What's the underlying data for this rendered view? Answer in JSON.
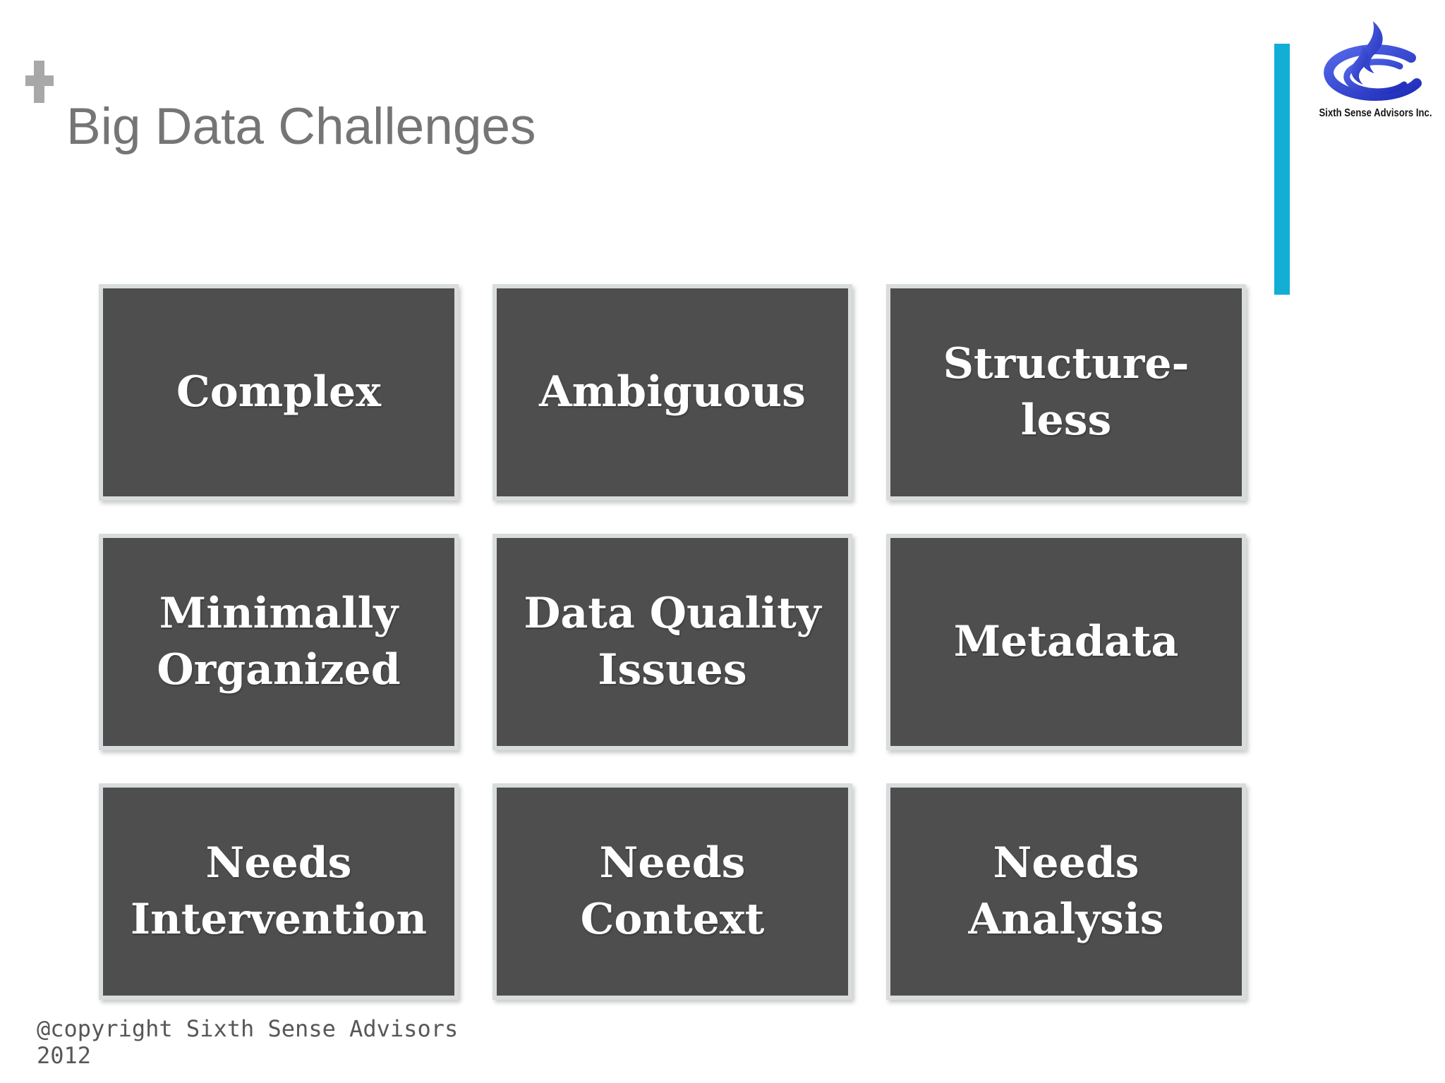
{
  "header": {
    "title": "Big Data Challenges"
  },
  "logo": {
    "company": "Sixth Sense Advisors Inc."
  },
  "challenges": {
    "boxes": [
      {
        "label": "Complex"
      },
      {
        "label": "Ambiguous"
      },
      {
        "label": "Structure-less"
      },
      {
        "label": "Minimally Organized"
      },
      {
        "label": "Data Quality Issues"
      },
      {
        "label": "Metadata"
      },
      {
        "label": "Needs Intervention"
      },
      {
        "label": "Needs Context"
      },
      {
        "label": "Needs Analysis"
      }
    ]
  },
  "footer": {
    "copyright": "@copyright Sixth Sense Advisors 2012"
  },
  "colors": {
    "tile_fill": "#4e4e4e",
    "tile_border": "#d9dcdd",
    "tile_text": "#ffffff",
    "accent_bar": "#13aed6",
    "title_gray": "#757575",
    "plus_gray": "#a8a8a8",
    "copyright_gray": "#575757",
    "logo_blue": "#2f45dd",
    "background": "#ffffff"
  }
}
